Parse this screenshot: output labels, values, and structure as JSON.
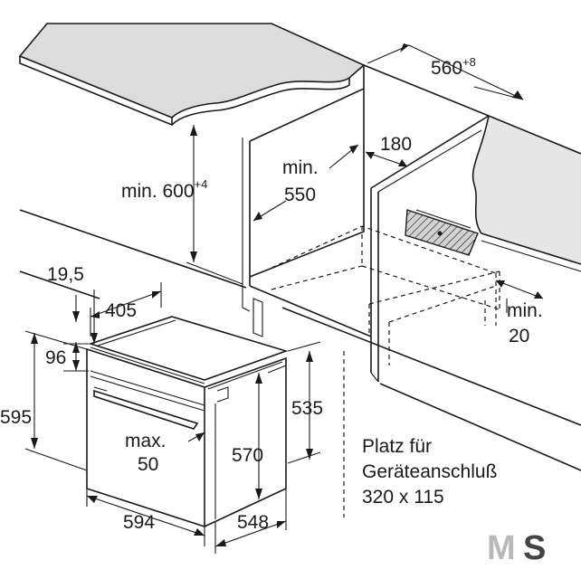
{
  "labels": {
    "dim_560": "560",
    "dim_560_tol": "+8",
    "dim_180": "180",
    "dim_min550_a": "min.",
    "dim_min550_b": "550",
    "dim_min600": "min. 600",
    "dim_min600_tol": "+4",
    "dim_19_5": "19,5",
    "dim_405": "405",
    "dim_96": "96",
    "dim_595": "595",
    "dim_535": "535",
    "dim_max50_a": "max.",
    "dim_max50_b": "50",
    "dim_570": "570",
    "dim_594": "594",
    "dim_548": "548",
    "dim_min20_a": "min.",
    "dim_min20_b": "20",
    "note_line1": "Platz für",
    "note_line2": "Geräteanschluß",
    "note_line3": "320 x 115"
  },
  "watermark": {
    "m": "M",
    "s": "S"
  },
  "colors": {
    "line": "#1a1a1a",
    "cabinet_fill": "#e6e6e6",
    "worktop_fill": "#dcdcdc",
    "hatch_fill": "#cfcfcf"
  }
}
